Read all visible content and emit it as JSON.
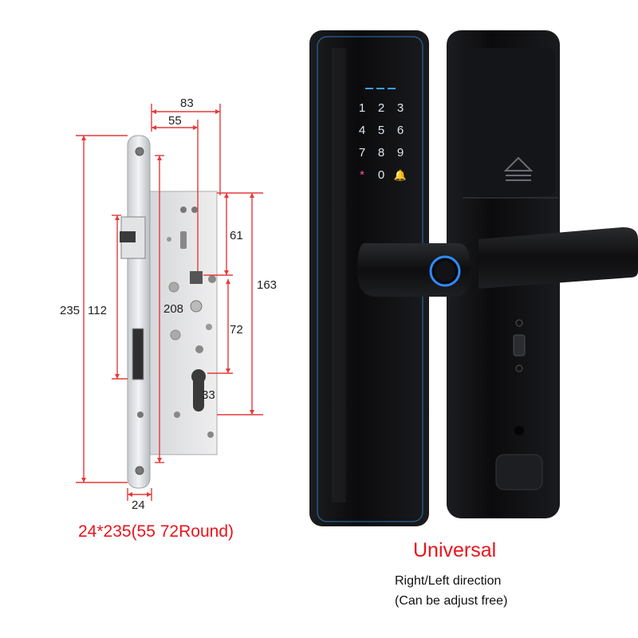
{
  "mortise": {
    "dimensions": {
      "d83": "83",
      "d55": "55",
      "d61": "61",
      "d163": "163",
      "d235": "235",
      "d112": "112",
      "d208": "208",
      "d72": "72",
      "d33": "33",
      "d24": "24"
    },
    "size_caption": "24*235(55 72Round)"
  },
  "lock": {
    "keypad": [
      "1",
      "2",
      "3",
      "4",
      "5",
      "6",
      "7",
      "8",
      "9",
      "*",
      "0",
      "🔔"
    ]
  },
  "caption": {
    "title": "Universal",
    "line1": "Right/Left direction",
    "line2": "(Can be adjust free)"
  },
  "colors": {
    "dimension_line": "#e53a3a",
    "caption_red": "#e8141b",
    "lock_body": "#111214",
    "panel_edge": "#3aa0ff",
    "fingerprint_ring": "#2e8cff",
    "star_key": "#ff4fa3"
  }
}
